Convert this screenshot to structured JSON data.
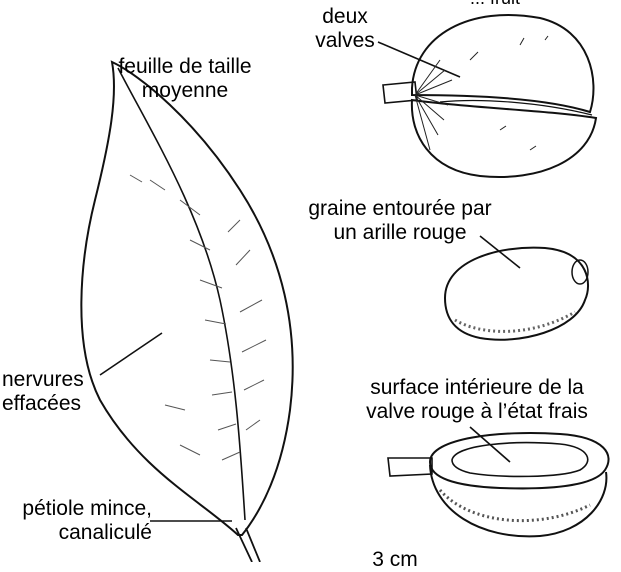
{
  "labels": {
    "top_partial": "... fruit",
    "deux_valves": [
      "deux",
      "valves"
    ],
    "feuille": [
      "feuille de taille",
      "moyenne"
    ],
    "graine": [
      "graine entourée par",
      "un arille rouge"
    ],
    "nervures": [
      "nervures",
      "effacées"
    ],
    "surface": [
      "surface intérieure de la",
      "valve rouge à l’état frais"
    ],
    "petiole": [
      "pétiole mince,",
      "canaliculé"
    ],
    "scale": "3 cm"
  },
  "colors": {
    "ink": "#111111",
    "stipple": "#555555"
  }
}
